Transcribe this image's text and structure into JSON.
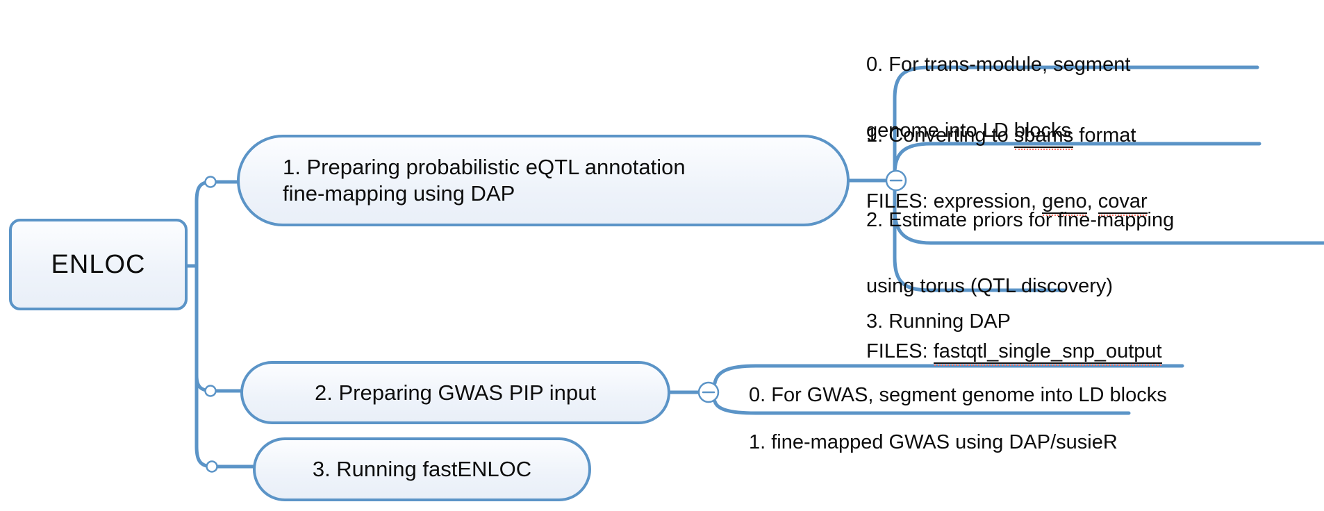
{
  "root": {
    "label": "ENLOC"
  },
  "nodes": {
    "n1": {
      "line1": "1. Preparing probabilistic eQTL annotation",
      "line2": "fine-mapping using DAP"
    },
    "n2": {
      "label": "2. Preparing GWAS PIP input"
    },
    "n3": {
      "label": "3. Running fastENLOC"
    }
  },
  "n1_children": {
    "c0": {
      "line1": "0. For trans-module, segment",
      "line2": "genome into LD blocks"
    },
    "c1": {
      "l1a": "1. Converting to ",
      "l1b": "sbams",
      "l1c": " format",
      "l2a": "FILES: expression, ",
      "l2b": "geno",
      "l2c": ", ",
      "l2d": "covar"
    },
    "c2": {
      "line1": "2. Estimate priors for fine-mapping",
      "line2": "using torus (QTL discovery)",
      "l3a": "FILES: ",
      "l3b": "fastqtl_single_snp_output"
    },
    "c3": {
      "label": "3. Running DAP"
    }
  },
  "n2_children": {
    "c0": {
      "label": "0. For GWAS, segment genome into LD blocks"
    },
    "c1": {
      "label": "1. fine-mapped GWAS using DAP/susieR"
    }
  },
  "icons": {
    "collapse_1": "minus",
    "collapse_2": "minus"
  },
  "colors": {
    "branch_blue": "#5b94c7",
    "node_fill_top": "#fcfdff",
    "node_fill_bottom": "#e9eff8",
    "text": "#0d0d0d",
    "solid_inline_underline": "#111111",
    "spellcheck_dots": "#ff6f61",
    "junction_dot_fill": "#ffffff"
  }
}
